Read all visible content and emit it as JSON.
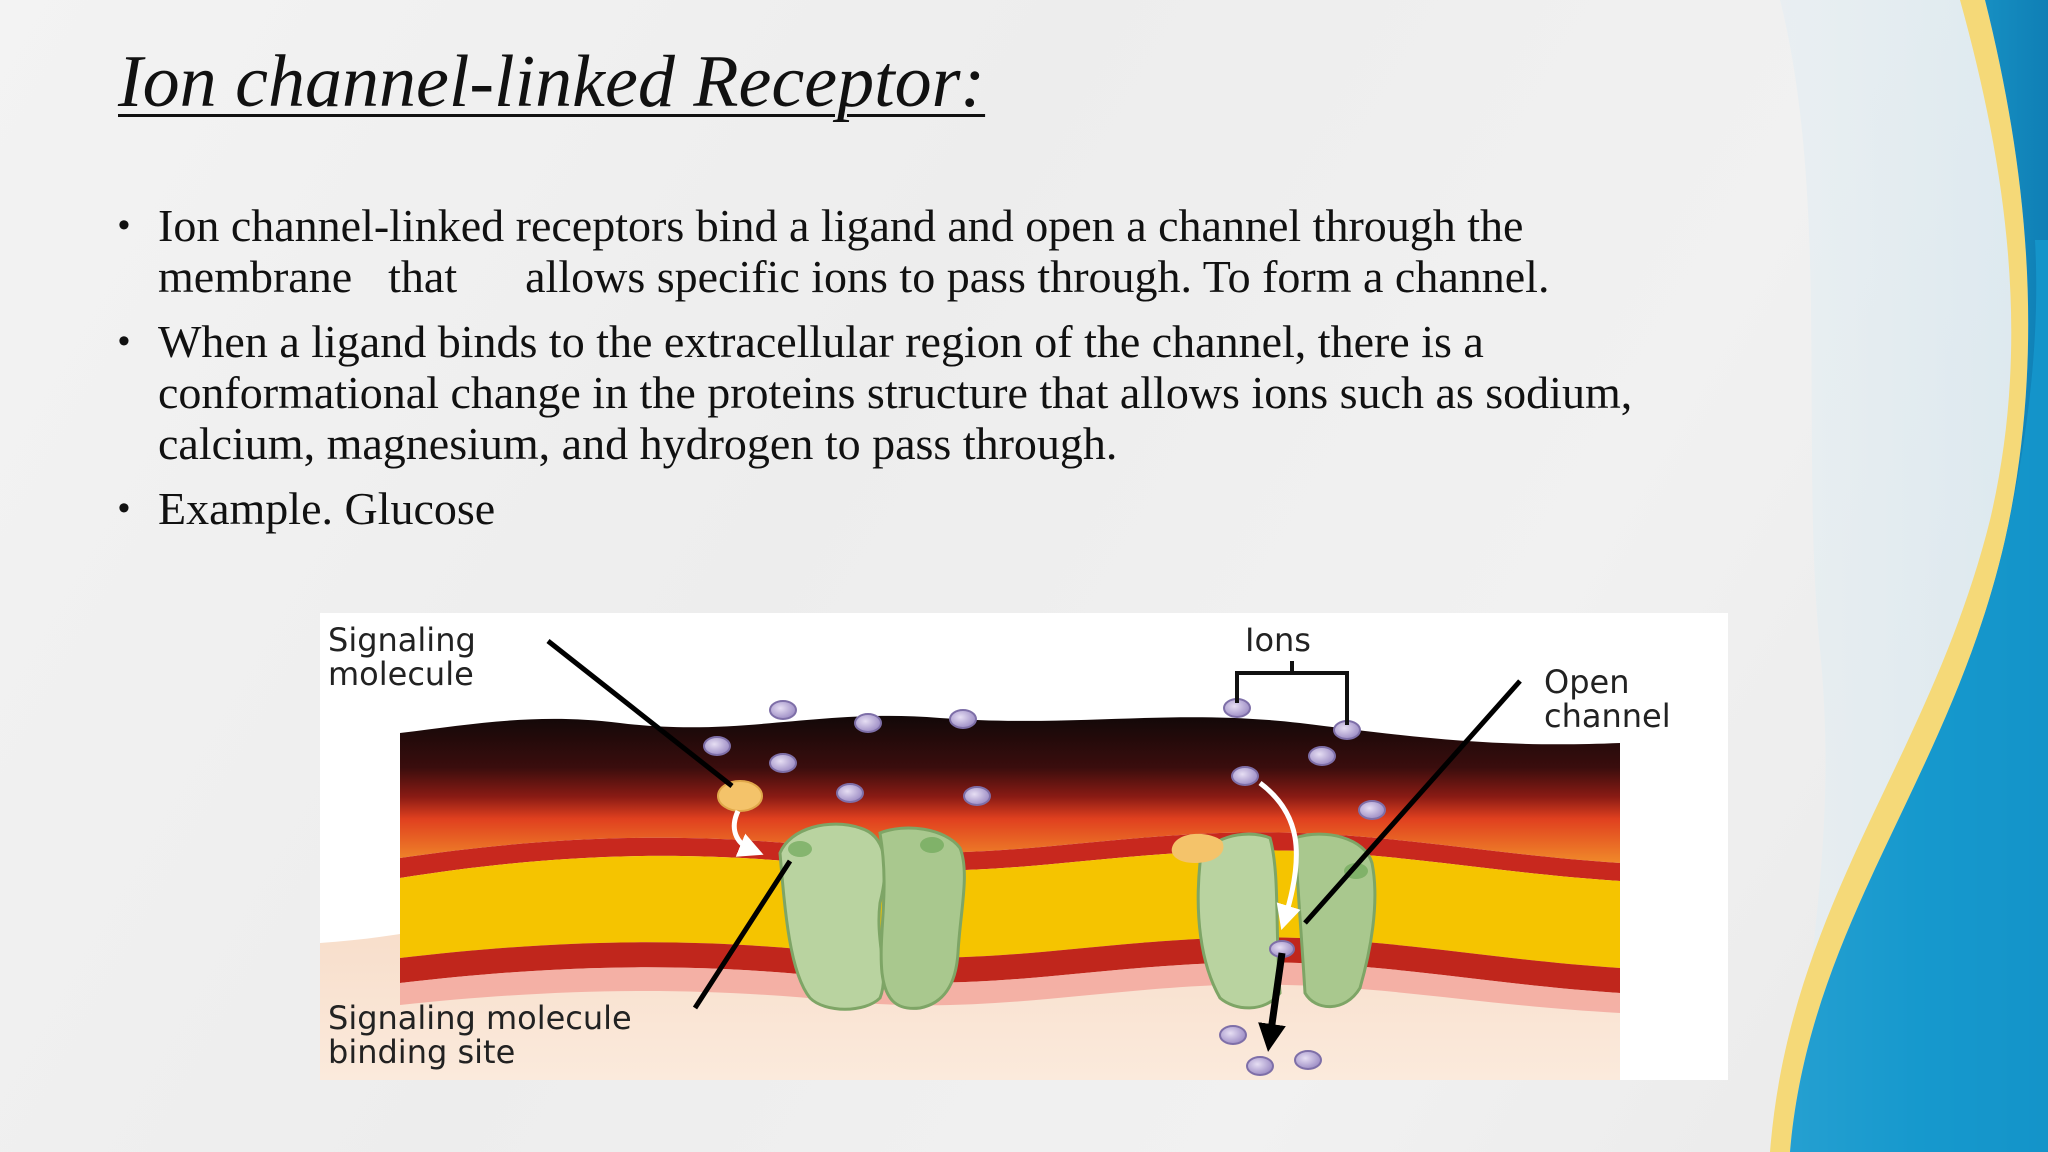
{
  "slide": {
    "title": "Ion channel-linked Receptor:",
    "bullets": {
      "b1": {
        "line1": "Ion channel-linked receptors bind a ligand and open a channel through the",
        "line2_part1": "membrane",
        "line2_part2": "that",
        "line2_part3": "allows specific ions to pass through. To form a  channel."
      },
      "b2": {
        "line1": "When a ligand binds to the extracellular region of the channel, there is a",
        "line2": "conformational change in the proteins structure that allows ions such  as sodium,",
        "line3": "calcium, magnesium, and hydrogen to pass through."
      },
      "b3": {
        "line1": "Example. Glucose"
      }
    }
  },
  "diagram": {
    "labels": {
      "signaling_molecule": "Signaling\nmolecule",
      "ions": "Ions",
      "open_channel": "Open\nchannel",
      "binding_site": "Signaling molecule\nbinding site"
    }
  },
  "colors": {
    "membrane_dark": "#1a0a0a",
    "membrane_red": "#c8281e",
    "membrane_yellow": "#f5c400",
    "channel_green": "#b9d3a0",
    "ion_purple": "#b8a8d6",
    "ligand_orange": "#f4c36a",
    "deco_blue": "#1e9fd0",
    "deco_gold": "#f2c94c"
  }
}
